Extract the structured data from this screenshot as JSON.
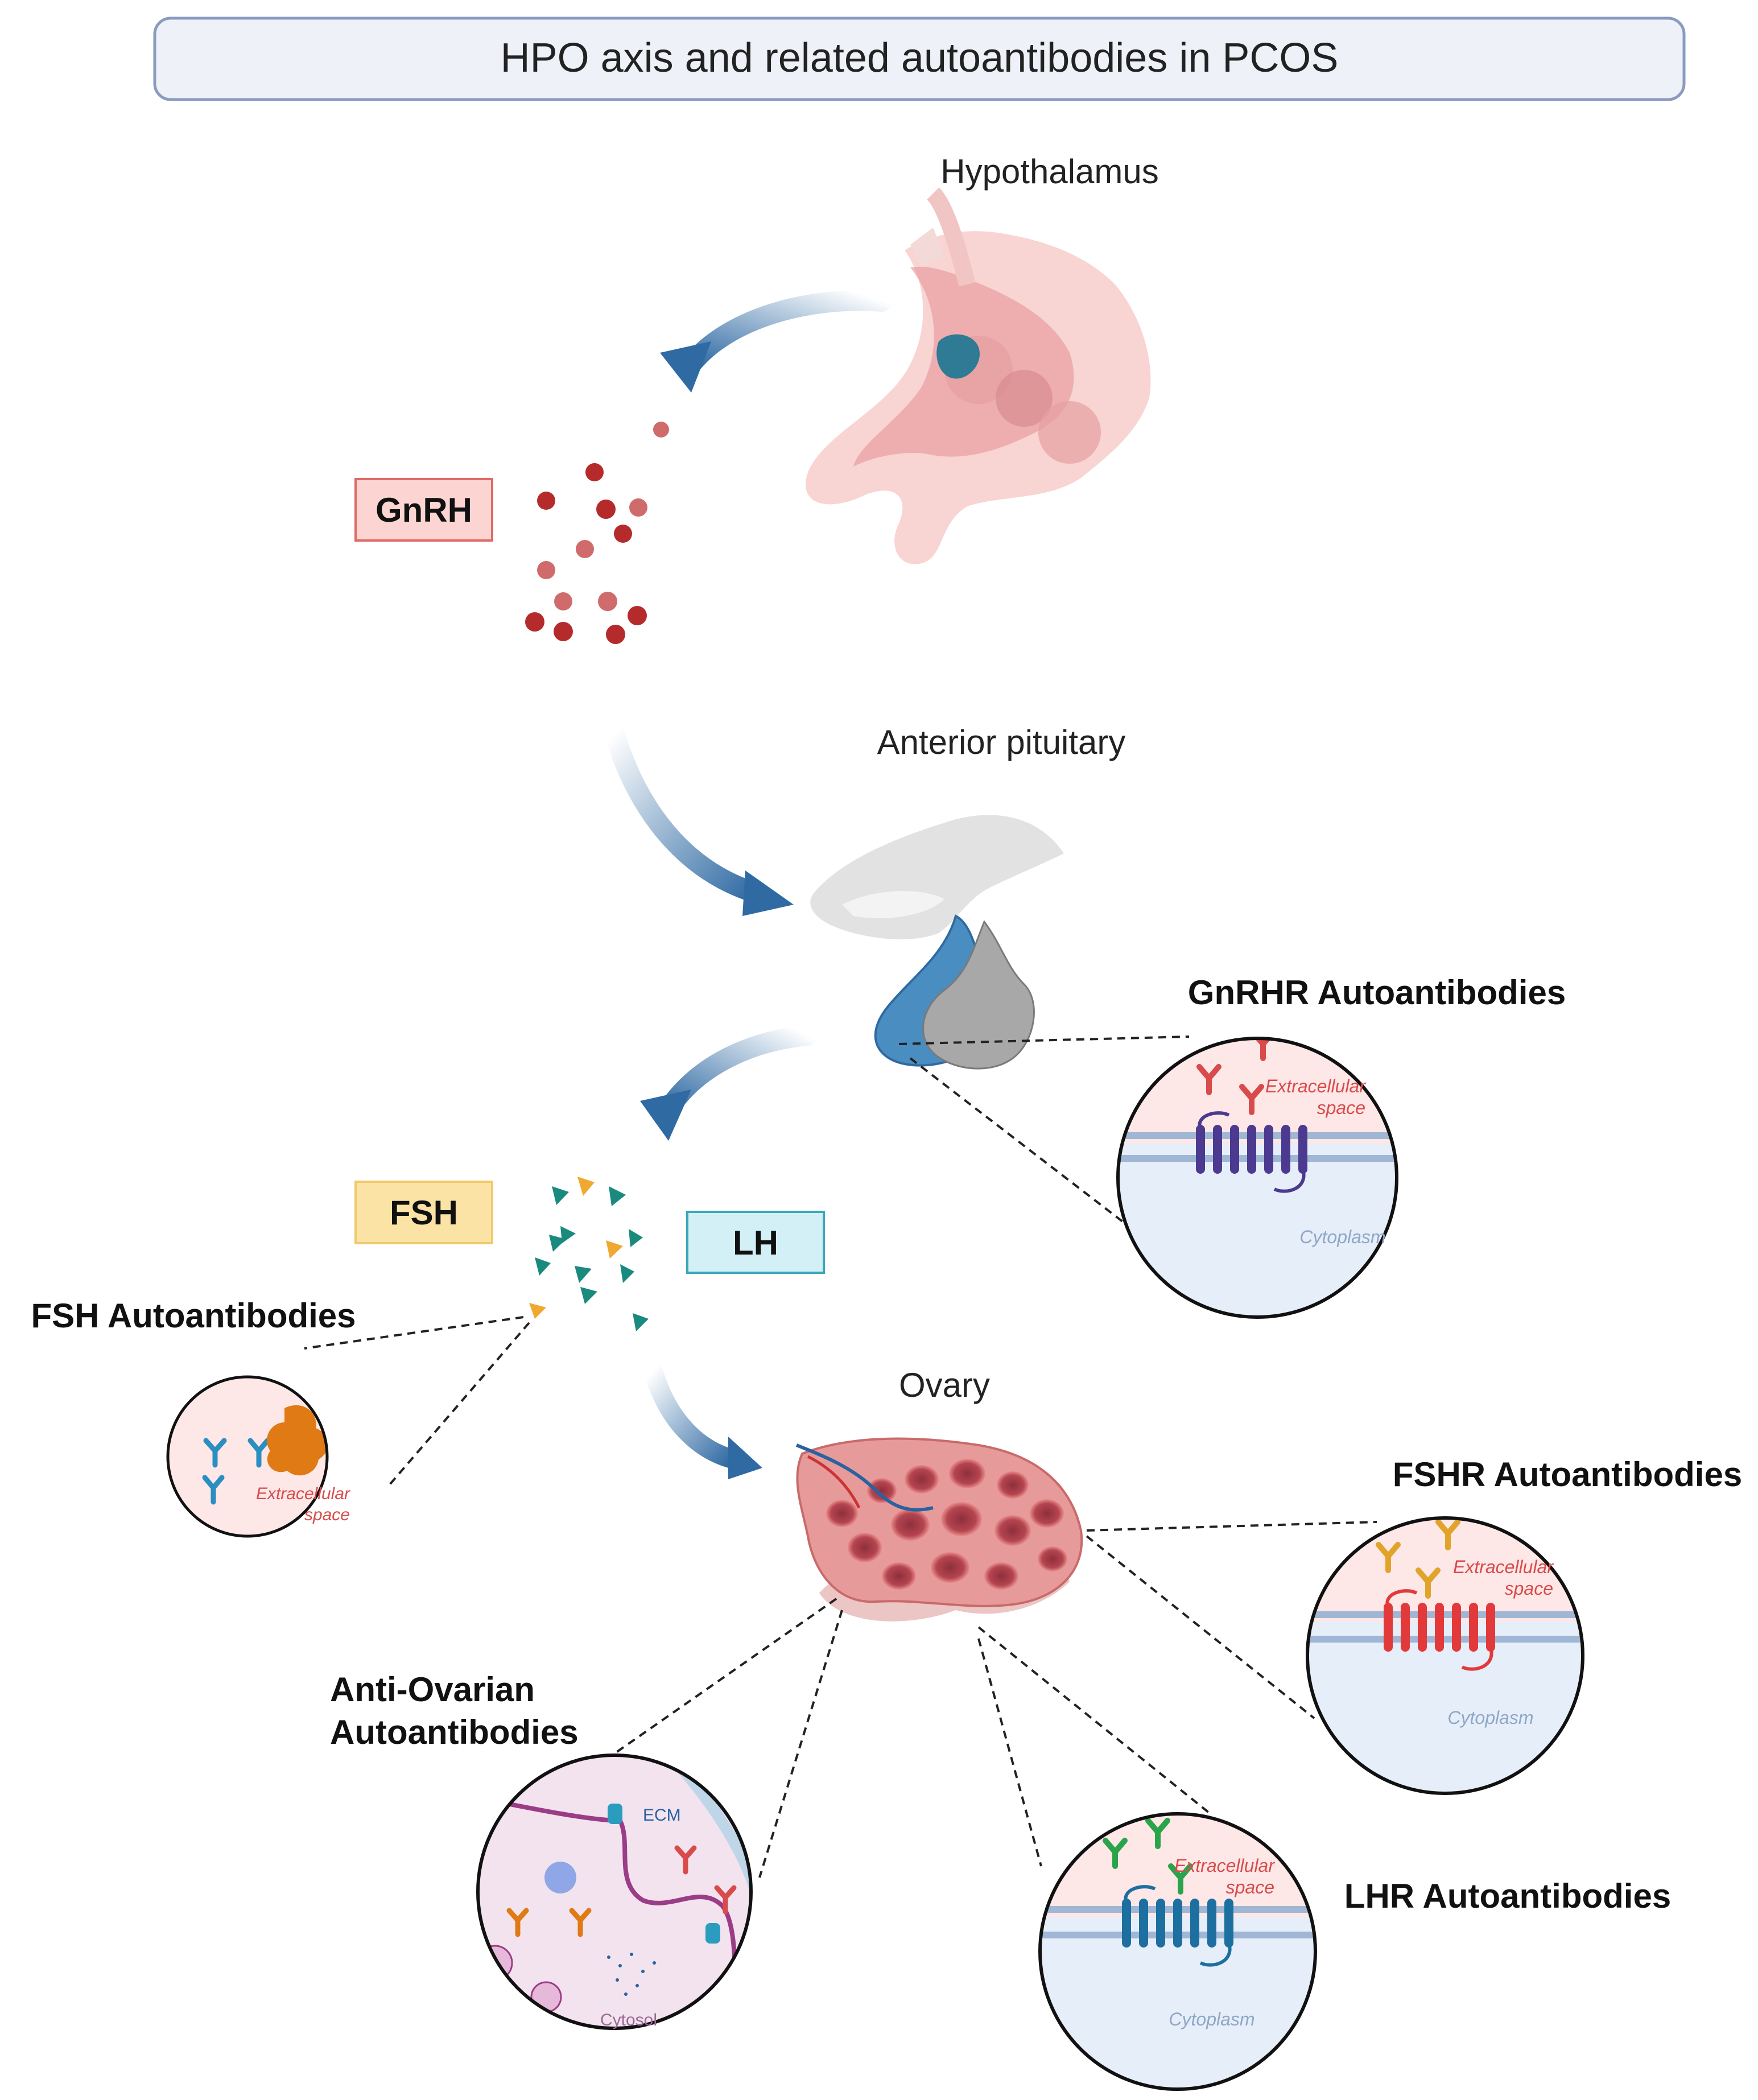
{
  "title": "HPO axis and related autoantibodies in PCOS",
  "organs": {
    "hypothalamus": "Hypothalamus",
    "pituitary": "Anterior pituitary",
    "ovary": "Ovary"
  },
  "hormones": {
    "gnrh": "GnRH",
    "fsh": "FSH",
    "lh": "LH"
  },
  "autoantibodies": {
    "gnrhr": "GnRHR Autoantibodies",
    "fsh": "FSH Autoantibodies",
    "fshr": "FSHR Autoantibodies",
    "lhr": "LHR Autoantibodies",
    "anti_ovarian_line1": "Anti-Ovarian",
    "anti_ovarian_line2": "Autoantibodies"
  },
  "insets": {
    "extracellular_line1": "Extracellular",
    "extracellular_line2": "space",
    "cytoplasm": "Cytoplasm",
    "ecm": "ECM",
    "cytosol": "Cytosol"
  },
  "colors": {
    "title_box_fill": "#eef1f8",
    "title_box_stroke": "#8a9bbf",
    "arrow_blue": "#2f6aa3",
    "gnrh_box_fill": "#fcd5d3",
    "gnrh_box_stroke": "#e06a66",
    "fsh_box_fill": "#fbe3a6",
    "lh_box_fill": "#d3f0f6",
    "lh_box_stroke": "#3aa8b8",
    "gnrh_particle": "#b52b2b",
    "lh_particle": "#1a8a7f",
    "fsh_particle": "#f0a830",
    "extracellular_fill": "#fde7e7",
    "cytoplasm_fill": "#e6eef9",
    "gnrhr_receptor": "#4b3a8f",
    "fshr_receptor": "#e23a3a",
    "lhr_receptor": "#1d6fa0"
  }
}
